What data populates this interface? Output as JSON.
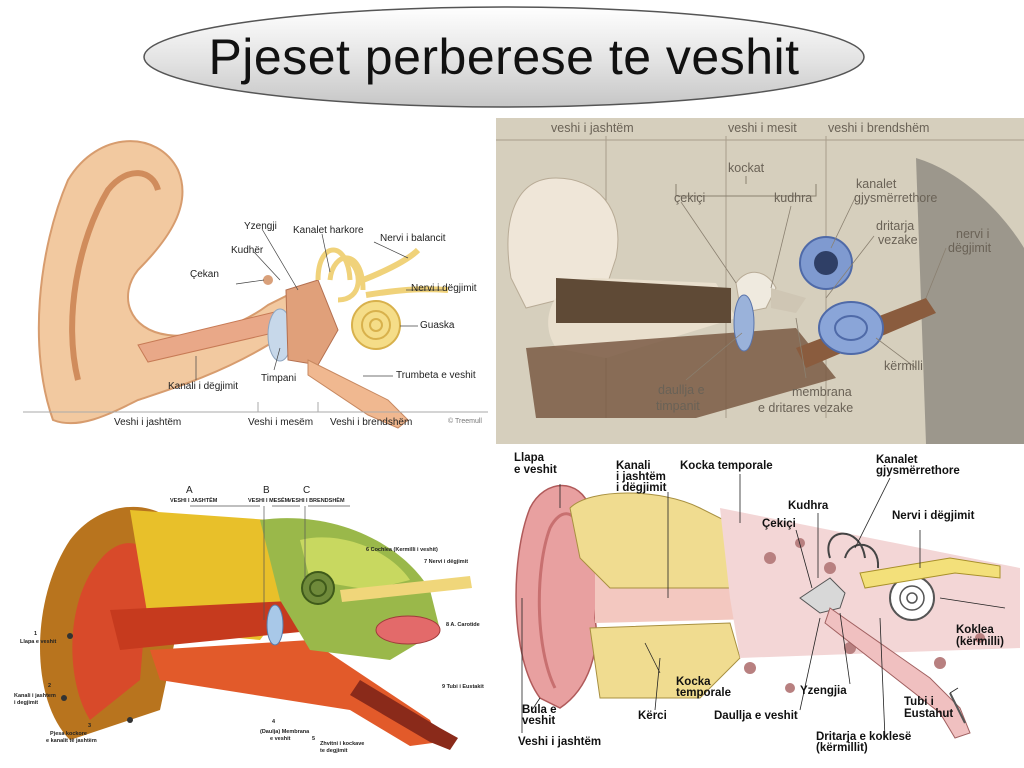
{
  "title": "Pjeset perberese te veshit",
  "panel1": {
    "labels": {
      "yzengji": "Yzengji",
      "kanalet_harkore": "Kanalet harkore",
      "nervi_balancit": "Nervi i balancit",
      "kudher": "Kudhër",
      "cekan": "Çekan",
      "nervi_degjimit": "Nervi i dëgjimit",
      "guaska": "Guaska",
      "timpani": "Timpani",
      "trumbeta": "Trumbeta e veshit",
      "kanali_degjimit": "Kanali i dëgjimit"
    },
    "sections": {
      "jashtem": "Veshi i jashtëm",
      "mesem": "Veshi i mesëm",
      "brendshem": "Veshi i brendshëm"
    },
    "credit": "© Treemull"
  },
  "panel2": {
    "sections": {
      "jashtem": "veshi i jashtëm",
      "mesit": "veshi i mesit",
      "brendshem": "veshi i brendshëm"
    },
    "labels": {
      "kockat": "kockat",
      "cekici": "çekiçi",
      "kudhra": "kudhra",
      "kanalet_1": "kanalet",
      "kanalet_2": "gjysmërrethore",
      "dritarja_1": "dritarja",
      "dritarja_2": "vezake",
      "nervi_1": "nervi i",
      "nervi_2": "dëgjimit",
      "kermilli": "kërmilli",
      "daullja_1": "daullja e",
      "daullja_2": "timpanit",
      "membrana_1": "membrana",
      "membrana_2": "e dritares vezake"
    }
  },
  "panel3": {
    "letters": [
      "A",
      "B",
      "C"
    ],
    "sections": {
      "jashtem": "VESHI I JASHTËM",
      "mesem": "VESHI I MESËM",
      "brendshem": "VESHI I BRENDSHËM"
    },
    "labels": {
      "cochlea": "Cochlea (Kermilli i veshit)",
      "nervi": "Nervi i dëgjimit",
      "carotide": "A. Carotide",
      "llapa": "Llapa e veshit",
      "kanali_1": "Kanali i jashtem",
      "kanali_2": "i degjimit",
      "pjesa_1": "Pjesa kockore",
      "pjesa_2": "e kanalit të jashtëm",
      "daulla_1": "(Daulja) Membrana",
      "daulla_2": "e veshit",
      "tubi": "Tubi i Eustakit",
      "zhvitni_1": "Zhvitni i kockave",
      "zhvitni_2": "te degjimit"
    },
    "numbers": [
      "1",
      "2",
      "3",
      "4",
      "5",
      "6",
      "7",
      "8",
      "9"
    ]
  },
  "panel4": {
    "labels": {
      "llapa_1": "Llapa",
      "llapa_2": "e veshit",
      "kanali_1": "Kanali",
      "kanali_2": "i jashtëm",
      "kanali_3": "i dëgjimit",
      "kocka_temporale": "Kocka temporale",
      "kanalet_1": "Kanalet",
      "kanalet_2": "gjysmërrethore",
      "kudhra": "Kudhra",
      "cekici": "Çekiçi",
      "nervi": "Nervi i dëgjimit",
      "koklea_1": "Koklea",
      "koklea_2": "(kërmilli)",
      "kocka_temp2_1": "Kocka",
      "kocka_temp2_2": "temporale",
      "yzengjia": "Yzengjia",
      "tubi_1": "Tubi i",
      "tubi_2": "Eustahut",
      "bula_1": "Bula e",
      "bula_2": "veshit",
      "kerci": "Kërci",
      "daullja": "Daullja e veshit",
      "dritarja_1": "Dritarja e koklesë",
      "dritarja_2": "(kërmillit)",
      "veshi_jashtem": "Veshi i jashtëm"
    }
  }
}
